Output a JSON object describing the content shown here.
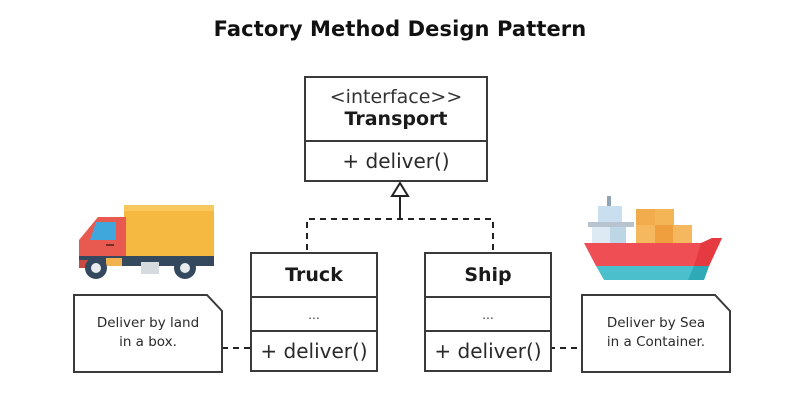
{
  "title": "Factory Method Design Pattern",
  "interface": {
    "stereotype": "<interface>>",
    "name": "Transport",
    "method": "+ deliver()"
  },
  "classes": [
    {
      "name": "Truck",
      "attributes": "...",
      "method": "+ deliver()"
    },
    {
      "name": "Ship",
      "attributes": "...",
      "method": "+ deliver()"
    }
  ],
  "notes": [
    {
      "line1": "Deliver by land",
      "line2": "in a box."
    },
    {
      "line1": "Deliver by Sea",
      "line2": "in a Container."
    }
  ],
  "icons": [
    "truck-icon",
    "cargo-ship-icon"
  ],
  "colors": {
    "border": "#3a3a3a",
    "truck_cab": "#e85a4f",
    "truck_cargo": "#f5b941",
    "truck_window": "#3fa7dc",
    "wheel": "#34495e",
    "ship_hull": "#ef4e55",
    "ship_stripe": "#4bbfcc",
    "containers": "#f2ac4e",
    "bridge": "#c9dff0"
  }
}
